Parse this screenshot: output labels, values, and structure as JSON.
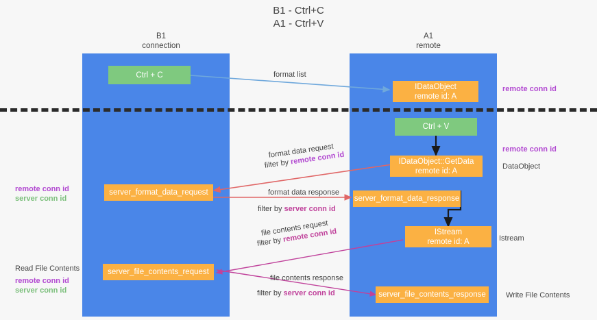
{
  "title": {
    "line1": "B1 - Ctrl+C",
    "line2": "A1 - Ctrl+V"
  },
  "columns": [
    {
      "name": "B1",
      "role": "connection"
    },
    {
      "name": "A1",
      "role": "remote"
    }
  ],
  "boxes": {
    "ctrl_c": {
      "label": "Ctrl + C"
    },
    "ctrl_v": {
      "label": "Ctrl + V"
    },
    "idataobject": {
      "line1": "IDataObject",
      "line2": "remote id: A"
    },
    "idataobject_getdata": {
      "line1": "IDataObject::GetData",
      "line2": "remote id: A"
    },
    "istream": {
      "line1": "IStream",
      "line2": "remote id: A"
    },
    "server_format_data_request": {
      "label": "server_format_data_request"
    },
    "server_format_data_response": {
      "label": "server_format_data_response"
    },
    "server_file_contents_request": {
      "label": "server_file_contents_request"
    },
    "server_file_contents_response": {
      "label": "server_file_contents_response"
    }
  },
  "arrow_labels": {
    "format_list": "format list",
    "format_data_request": "format data request",
    "format_data_request_filter_prefix": "filter by ",
    "format_data_request_filter_key": "remote conn id",
    "format_data_response": "format data response",
    "format_data_response_filter_prefix": "filter by ",
    "format_data_response_filter_key": "server conn id",
    "file_contents_request": "file contents request",
    "file_contents_request_filter_prefix": "filter by ",
    "file_contents_request_filter_key": "remote conn id",
    "file_contents_response": "file contents response",
    "file_contents_response_filter_prefix": "filter by ",
    "file_contents_response_filter_key": "server conn id"
  },
  "annotations": {
    "right_remote_conn_id_top": "remote conn id",
    "right_remote_conn_id_mid": "remote conn id",
    "right_dataobject": "DataObject",
    "right_istream": "Istream",
    "right_write_file_contents": "Write File Contents",
    "left_remote_conn_id_1": "remote conn id",
    "left_server_conn_id_1": "server conn id",
    "left_read_file_contents": "Read File Contents",
    "left_remote_conn_id_2": "remote conn id",
    "left_server_conn_id_2": "server conn id"
  },
  "colors": {
    "lane": "#4a86e8",
    "green_box": "#7fc97f",
    "orange_box": "#fbb143",
    "purple": "#b24ad1",
    "green_text": "#5fa85f",
    "magenta": "#c0429b",
    "arrow_lightblue": "#6fa8dc",
    "arrow_red": "#e06666",
    "arrow_magenta": "#c0429b",
    "arrow_black": "#1a1a1a",
    "background": "#f7f7f7"
  }
}
